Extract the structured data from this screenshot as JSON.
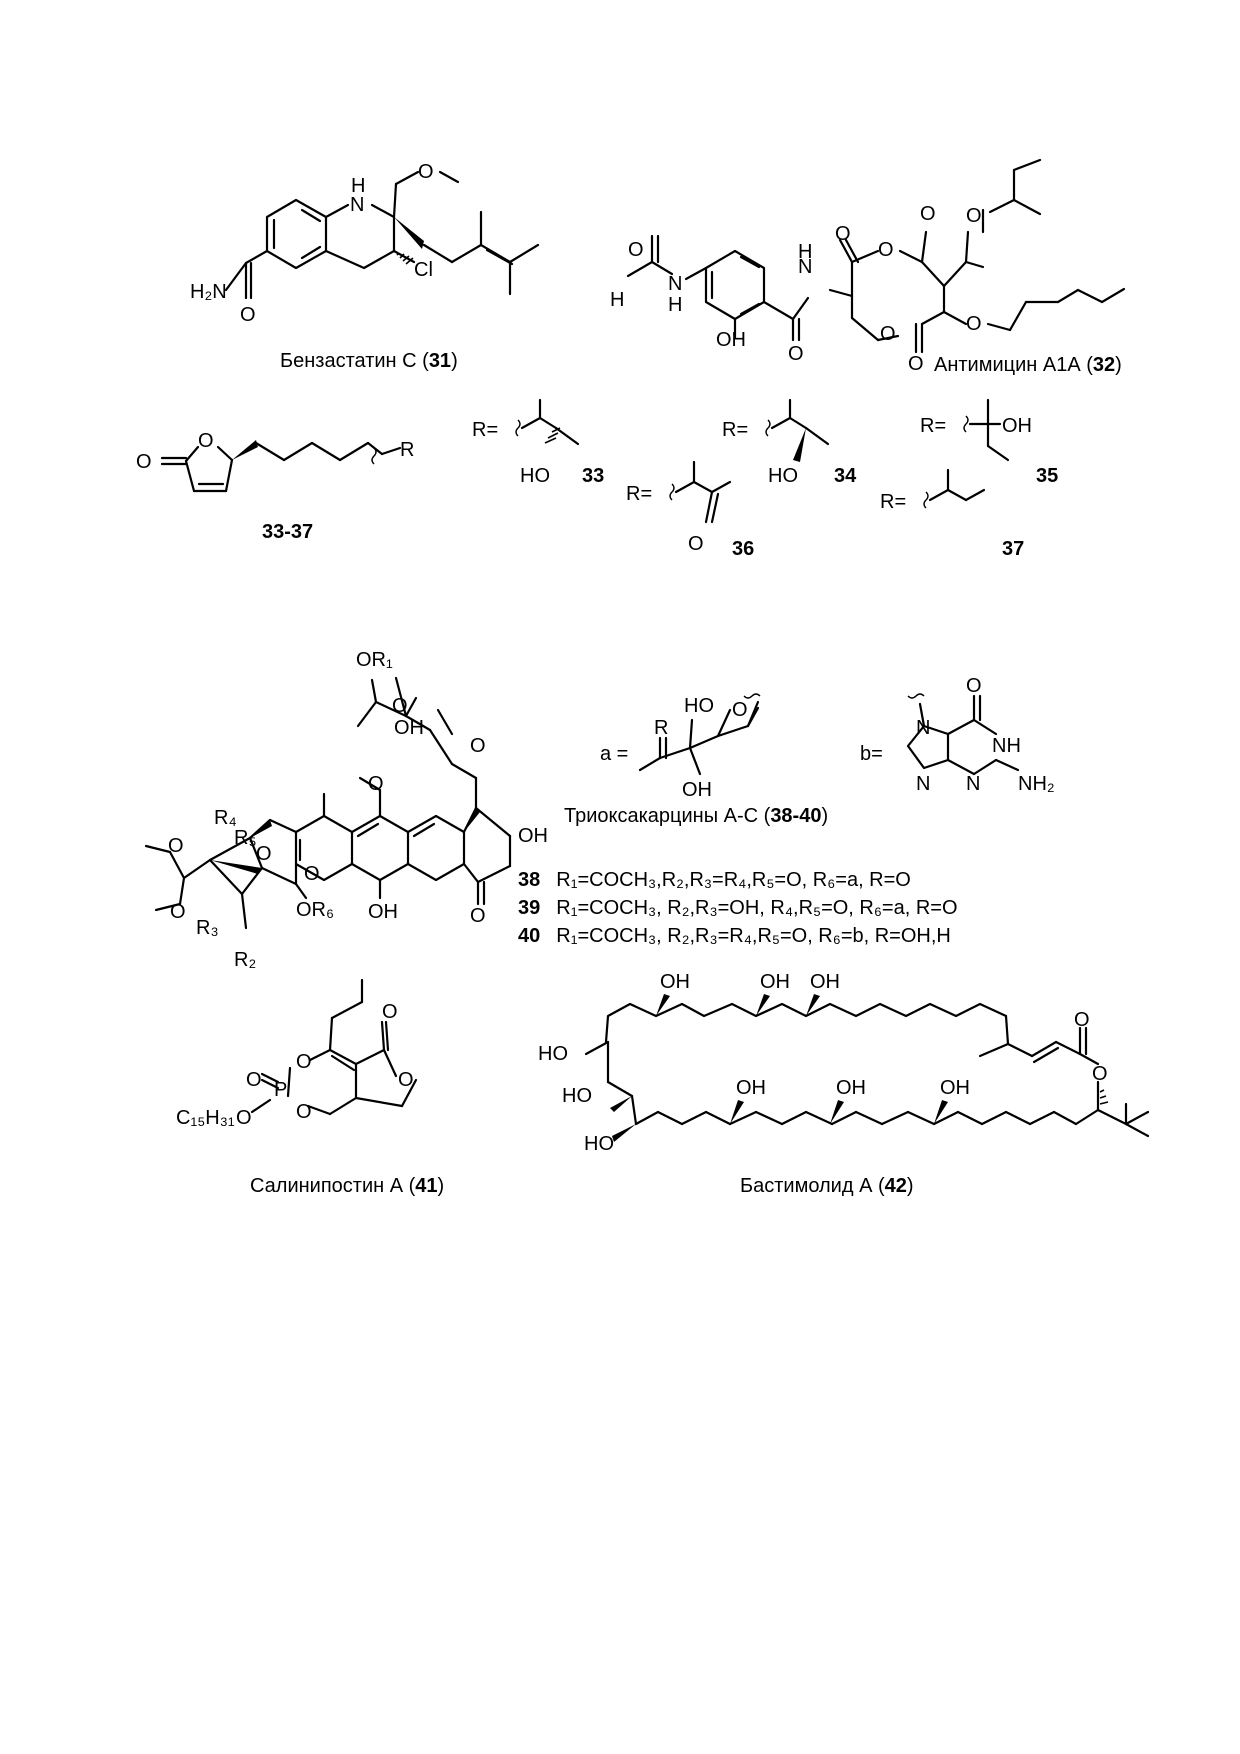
{
  "compounds": {
    "c31": {
      "name": "Бензастатин С",
      "number": "31"
    },
    "c32": {
      "name": "Антимицин А1А",
      "number": "32"
    },
    "c33_37": {
      "number": "33-37"
    },
    "r33": {
      "label": "R=",
      "number": "33"
    },
    "r34": {
      "label": "R=",
      "number": "34"
    },
    "r35": {
      "label": "R=",
      "number": "35"
    },
    "r36": {
      "label": "R=",
      "number": "36"
    },
    "r37": {
      "label": "R=",
      "number": "37"
    },
    "c38_40": {
      "name": "Триоксакарцины А-С",
      "number": "38-40"
    },
    "sub_a": {
      "label": "a ="
    },
    "sub_b": {
      "label": "b="
    },
    "c41": {
      "name": "Салинипостин А",
      "number": "41"
    },
    "c42": {
      "name": "Бастимолид А",
      "number": "42"
    }
  },
  "definitions": [
    {
      "number": "38",
      "text": "R₁=COCH₃,R₂,R₃=R₄,R₅=O, R₆=a, R=O"
    },
    {
      "number": "39",
      "text": "R₁=COCH₃, R₂,R₃=OH, R₄,R₅=O, R₆=a, R=O"
    },
    {
      "number": "40",
      "text": "R₁=COCH₃, R₂,R₃=R₄,R₅=O, R₆=b, R=OH,H"
    }
  ],
  "atoms": {
    "N": "N",
    "H": "H",
    "O": "O",
    "Cl": "Cl",
    "R": "R",
    "OH": "OH",
    "HO": "HO",
    "NH": "NH",
    "H2N": "H₂N",
    "NH2": "NH₂",
    "OR1": "OR₁",
    "OR6": "OR₆",
    "R2": "R₂",
    "R3": "R₃",
    "R4": "R₄",
    "R5": "R₅",
    "P": "P",
    "C15H31": "C₁₅H₃₁"
  }
}
